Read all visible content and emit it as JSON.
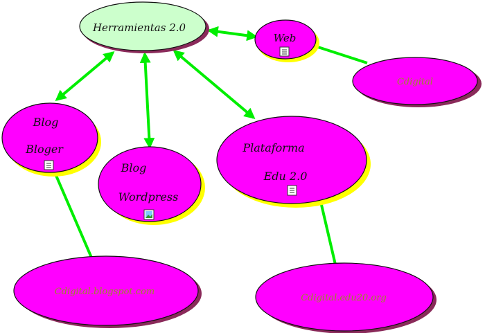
{
  "diagram": {
    "root": {
      "label": "Herramientas 2.0",
      "fill": "#ccffcc"
    },
    "nodes": {
      "web": {
        "label": "Web",
        "has_doc_icon": true
      },
      "blog_bloger": {
        "line1": "Blog",
        "line2": "Bloger",
        "has_doc_icon": true
      },
      "blog_wordpress": {
        "line1": "Blog",
        "line2": "Wordpress",
        "has_image_icon": true
      },
      "plataforma": {
        "line1": "Plataforma",
        "line2": "Edu 2.0",
        "has_doc_icon": true
      }
    },
    "links": {
      "web": "Cdigital",
      "blog_bloger": "Cdigital.blogspot.com",
      "plataforma": "Cdigital.edu20.org"
    },
    "colors": {
      "node_fill": "#ff00ff",
      "root_fill": "#ccffcc",
      "shadow_yellow": "#ffff00",
      "shadow_dark": "#8a2a5a",
      "arrow": "#00ee00",
      "url_text": "#9a8a2a"
    }
  }
}
